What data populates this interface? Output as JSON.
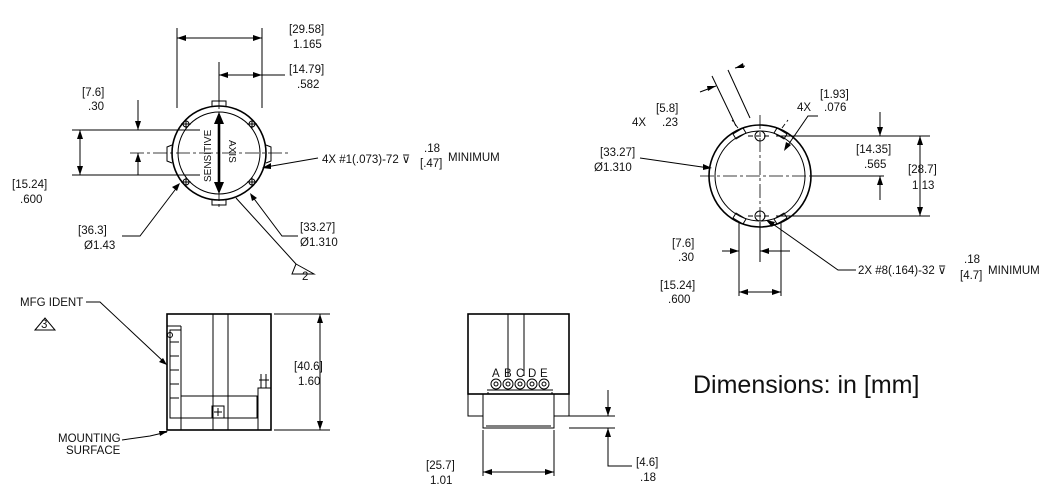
{
  "title": "Dimensions: in [mm]",
  "top_left": {
    "overall_width": [
      "[29.58]",
      "1.165"
    ],
    "half_width": [
      "[14.79]",
      ".582"
    ],
    "offset": [
      "[7.6]",
      ".30"
    ],
    "height": [
      "[15.24]",
      ".600"
    ],
    "outer_dia": [
      "[36.3]",
      "Ø1.43"
    ],
    "body_dia": [
      "[33.27]",
      "Ø1.310"
    ],
    "thread_note": "4X #1(.073)-72",
    "thread_depth": [
      ".18",
      "[.47]"
    ],
    "thread_min": "MINIMUM",
    "axis_a": "SENSITIVE",
    "axis_b": "AXIS",
    "note_flag": "2"
  },
  "top_right": {
    "slot": [
      "[5.8]",
      ".23"
    ],
    "slot_qty": "4X",
    "slot_depth": [
      "[1.93]",
      ".076"
    ],
    "slot_depth_qty": "4X",
    "body_dia": [
      "[33.27]",
      "Ø1.310"
    ],
    "half_height": [
      "[14.35]",
      ".565"
    ],
    "height": [
      "[28.7]",
      "1.13"
    ],
    "offset": [
      "[7.6]",
      ".30"
    ],
    "span": [
      "[15.24]",
      ".600"
    ],
    "thread_note": "2X #8(.164)-32",
    "thread_depth": [
      ".18",
      "[4.7]"
    ],
    "thread_min": "MINIMUM"
  },
  "side_view": {
    "mfg_ident": "MFG IDENT",
    "note_flag": "3",
    "height": [
      "[40.6]",
      "1.60"
    ],
    "mounting": [
      "MOUNTING",
      "SURFACE"
    ]
  },
  "front_view": {
    "pins": [
      "A",
      "B",
      "C",
      "D",
      "E"
    ],
    "width": [
      "[25.7]",
      "1.01"
    ],
    "boss": [
      "[4.6]",
      ".18"
    ]
  }
}
